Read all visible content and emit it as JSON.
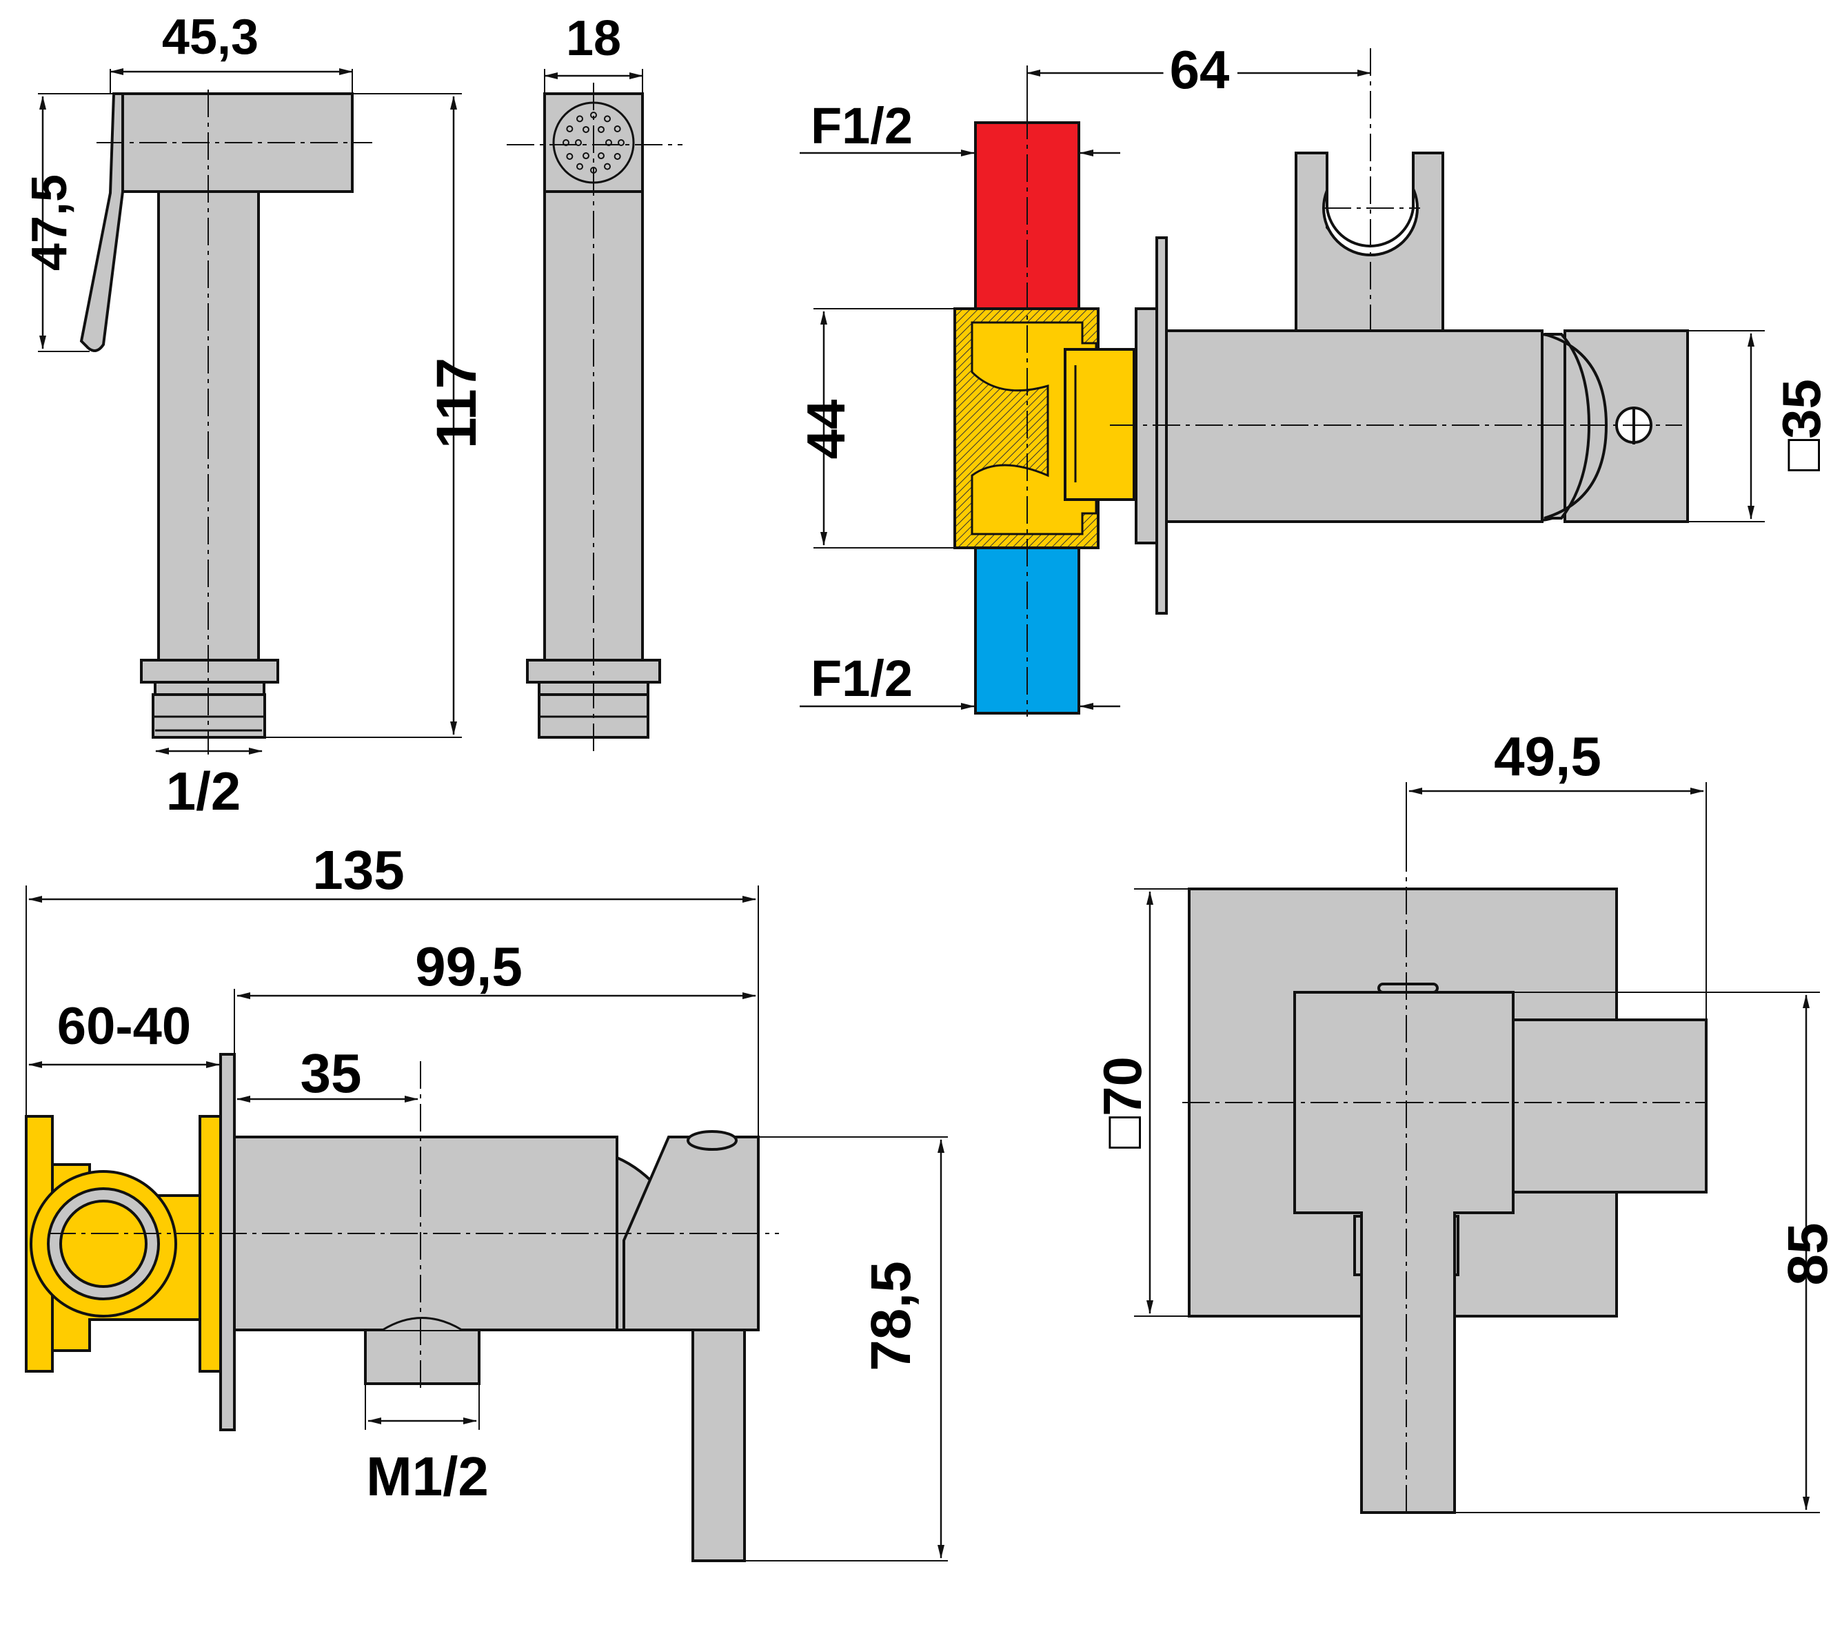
{
  "colors": {
    "metal": "#c6c6c6",
    "brass": "#ffcc00",
    "hot": "#ee1c25",
    "cold": "#00a2e8",
    "line": "#111111"
  },
  "top_left": {
    "width_label": "45,3",
    "lever_height_label": "47,5",
    "total_height_label": "117",
    "thread_label": "1/2",
    "side_width_label": "18"
  },
  "top_right": {
    "hot_thread_label": "F1/2",
    "cold_thread_label": "F1/2",
    "holder_offset_label": "64",
    "valve_height_label": "44",
    "square_label": "□35"
  },
  "bottom_left": {
    "total_length_label": "135",
    "body_length_label": "99,5",
    "wall_range_label": "60-40",
    "outlet_offset_label": "35",
    "outlet_thread_label": "M1/2",
    "height_label": "78,5"
  },
  "bottom_right": {
    "width_label": "49,5",
    "plate_label": "□70",
    "height_label": "85"
  }
}
